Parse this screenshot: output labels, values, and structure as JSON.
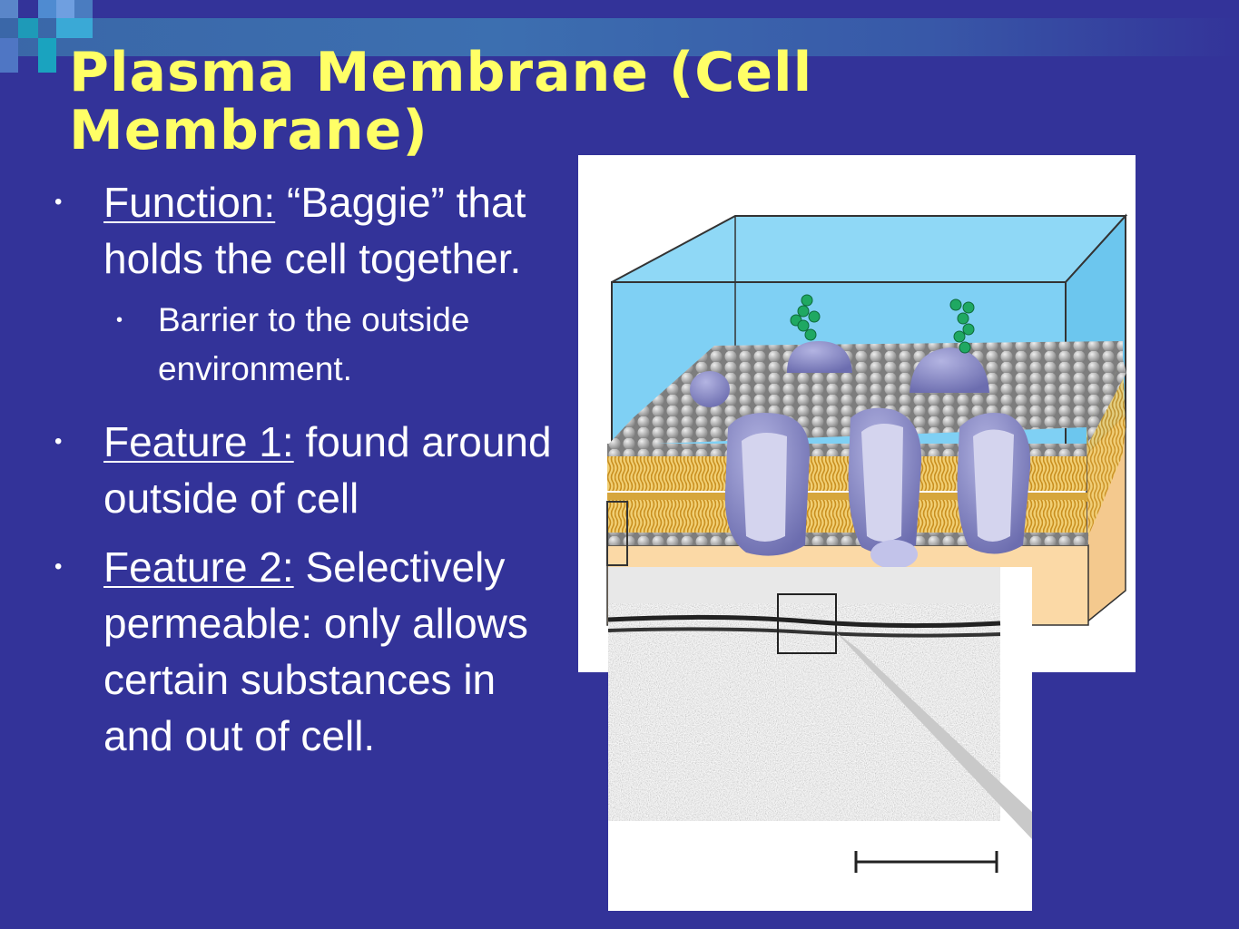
{
  "slide": {
    "title": "Plasma Membrane (Cell Membrane)",
    "bullets": [
      {
        "label": "Function:",
        "text": " “Baggie” that holds the cell together."
      },
      {
        "text": "Barrier to the outside environment."
      },
      {
        "label": "Feature 1:",
        "text": " found around outside of cell"
      },
      {
        "label": "Feature 2:",
        "text": " Selectively permeable: only allows certain substances in and out of cell."
      }
    ]
  },
  "colors": {
    "background": "#333399",
    "title": "#ffff66",
    "text": "#ffffff",
    "water": "#7fd0f4",
    "lipid_head": "#a9a9a9",
    "lipid_tail": "#e7b84a",
    "protein": "#8e8fcb",
    "glyco": "#1fa862",
    "cytoplasm": "#fbd9a6"
  },
  "icons": {
    "bullet": "bullet-dot-icon",
    "deco": "slide-decor-squares"
  }
}
